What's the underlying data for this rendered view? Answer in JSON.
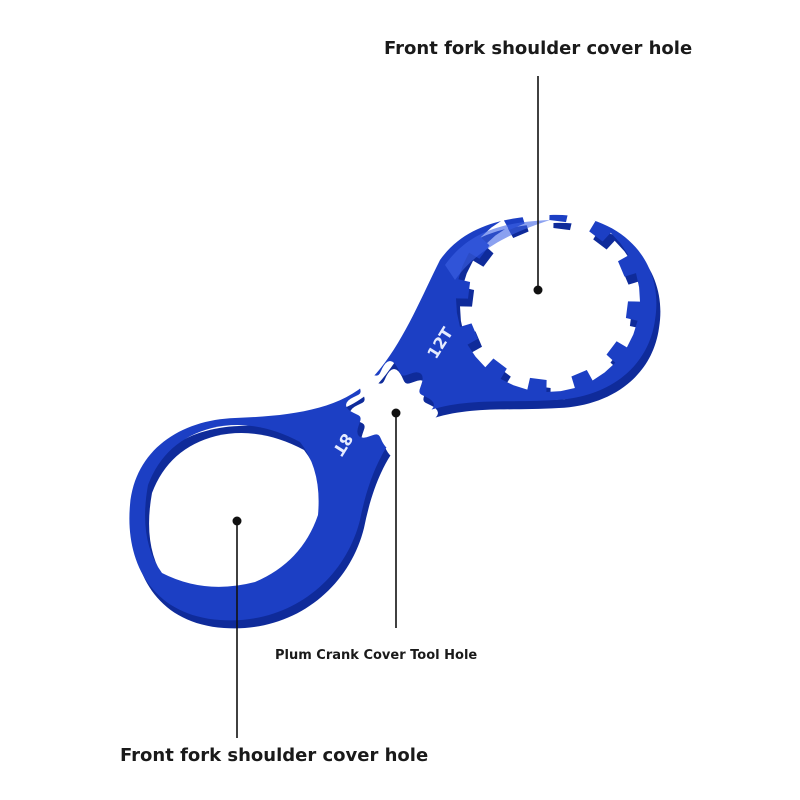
{
  "callouts": {
    "top_label": "Front fork shoulder cover hole",
    "middle_label": "Plum Crank Cover Tool Hole",
    "bottom_label": "Front fork shoulder cover hole"
  },
  "wrench": {
    "engravings": {
      "large_ring": "12T",
      "small_ring": "8T"
    },
    "colors": {
      "body": "#1c3fc4",
      "edge": "#0f2b9a",
      "highlight": "#3d62e6"
    }
  }
}
